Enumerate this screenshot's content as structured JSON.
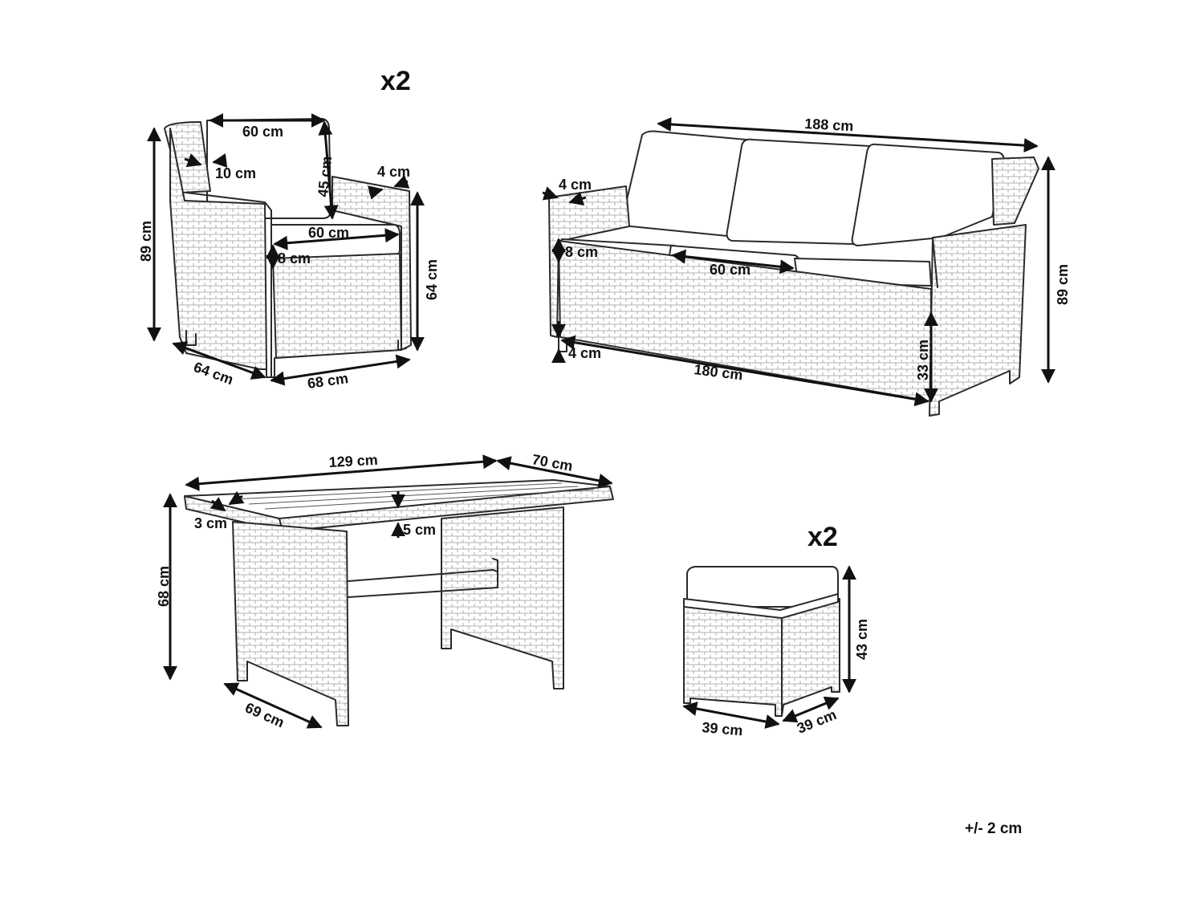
{
  "armchair": {
    "quantity": "x2",
    "dims": {
      "back_width": "60 cm",
      "back_height": "45 cm",
      "frame_thickness": "10 cm",
      "arm_thickness": "4 cm",
      "total_height": "89 cm",
      "seat_width": "60 cm",
      "seat_cushion": "8 cm",
      "arm_height": "64 cm",
      "depth": "64 cm",
      "width": "68 cm"
    }
  },
  "sofa": {
    "dims": {
      "total_width": "188 cm",
      "arm_thickness": "4 cm",
      "seat_cushion": "8 cm",
      "cushion_width": "60 cm",
      "total_height": "89 cm",
      "leg_height": "4 cm",
      "base_width": "180 cm",
      "seat_height": "33 cm"
    }
  },
  "table": {
    "dims": {
      "length": "129 cm",
      "width": "70 cm",
      "top_edge": "3 cm",
      "top_thickness": "5 cm",
      "height": "68 cm",
      "base_depth": "69 cm"
    }
  },
  "stool": {
    "quantity": "x2",
    "dims": {
      "height": "43 cm",
      "width": "39 cm",
      "depth": "39 cm"
    }
  },
  "tolerance": "+/- 2 cm"
}
